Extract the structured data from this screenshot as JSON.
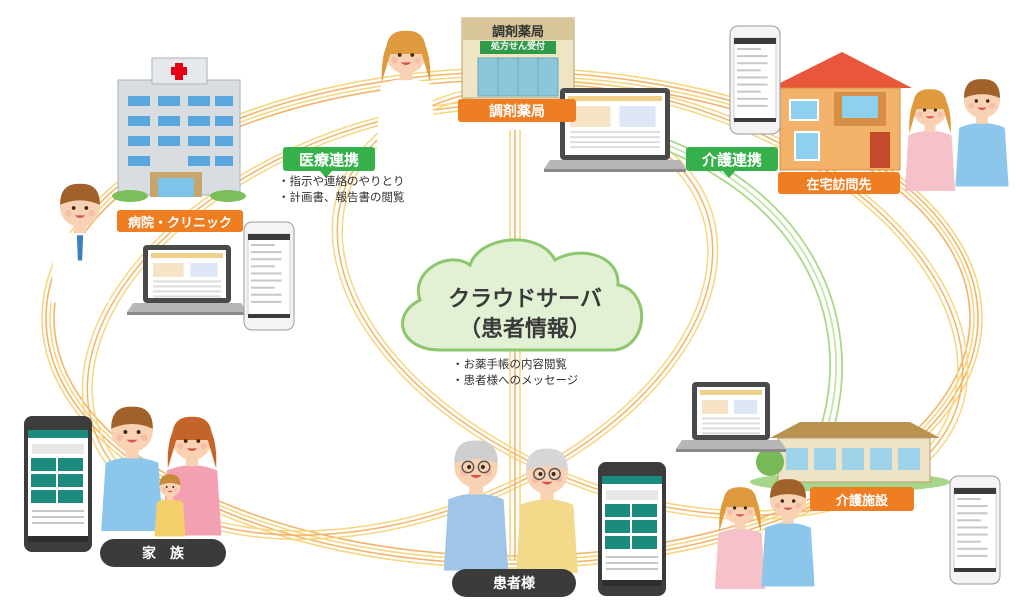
{
  "center": {
    "title_line1": "クラウドサーバ",
    "title_line2": "（患者情報）",
    "notes": [
      "・お薬手帳の内容閲覧",
      "・患者様へのメッセージ"
    ]
  },
  "links": {
    "medical": {
      "label": "医療連携",
      "notes": [
        "・指示や連絡のやりとり",
        "・計画書、報告書の閲覧"
      ]
    },
    "care": {
      "label": "介護連携"
    }
  },
  "places": {
    "hospital": "病院・クリニック",
    "pharmacy": "調剤薬局",
    "home_visit": "在宅訪問先",
    "family": "家　族",
    "patient": "患者様",
    "care_facility": "介護施設"
  },
  "signs": {
    "pharmacy_roof": "調剤薬局",
    "pharmacy_board": "処方せん受付"
  },
  "colors": {
    "line_yellow": "#f6d67e",
    "line_orange": "#f3b46a",
    "line_green": "#a8d98a",
    "cloud_fill": "#e2f0d3",
    "cloud_stroke": "#8cc66d",
    "accent_orange": "#ef7d22",
    "accent_green": "#36b04b",
    "app_teal": "#1b8b7e"
  }
}
